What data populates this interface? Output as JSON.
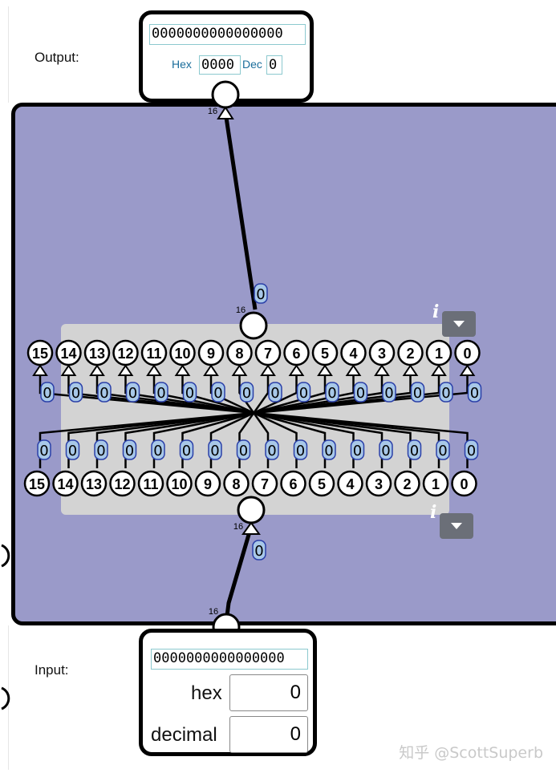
{
  "output": {
    "label": "Output:",
    "bits": "0000000000000000",
    "hex_label": "Hex",
    "hex_value": "0000",
    "dec_label": "Dec",
    "dec_value": "0"
  },
  "input": {
    "label": "Input:",
    "bits": "0000000000000000",
    "hex_label": "hex",
    "hex_value": "0",
    "decimal_label": "decimal",
    "decimal_value": "0"
  },
  "block": {
    "width_label_top": "16",
    "width_label_out_port": "16",
    "width_label_in_port": "16",
    "width_label_bottom": "16",
    "bus_value_top": "0",
    "bus_value_bottom": "0",
    "output_pins": [
      "15",
      "14",
      "13",
      "12",
      "11",
      "10",
      "9",
      "8",
      "7",
      "6",
      "5",
      "4",
      "3",
      "2",
      "1",
      "0"
    ],
    "input_pins": [
      "15",
      "14",
      "13",
      "12",
      "11",
      "10",
      "9",
      "8",
      "7",
      "6",
      "5",
      "4",
      "3",
      "2",
      "1",
      "0"
    ],
    "output_wire_values": [
      "0",
      "0",
      "0",
      "0",
      "0",
      "0",
      "0",
      "0",
      "0",
      "0",
      "0",
      "0",
      "0",
      "0",
      "0",
      "0"
    ],
    "input_wire_values": [
      "0",
      "0",
      "0",
      "0",
      "0",
      "0",
      "0",
      "0",
      "0",
      "0",
      "0",
      "0",
      "0",
      "0",
      "0",
      "0"
    ],
    "info_glyph": "i",
    "icons": {
      "info": "info-icon",
      "dropdown": "caret-down-icon"
    }
  },
  "watermark": "知乎 @ScottSuperb",
  "colors": {
    "block_bg": "#9a9ac9",
    "panel_bg": "#d3d3d3",
    "value_badge": "#a8c8e8",
    "value_badge_border": "#2a3fa8",
    "dropdown_bg": "#6b6f78"
  }
}
